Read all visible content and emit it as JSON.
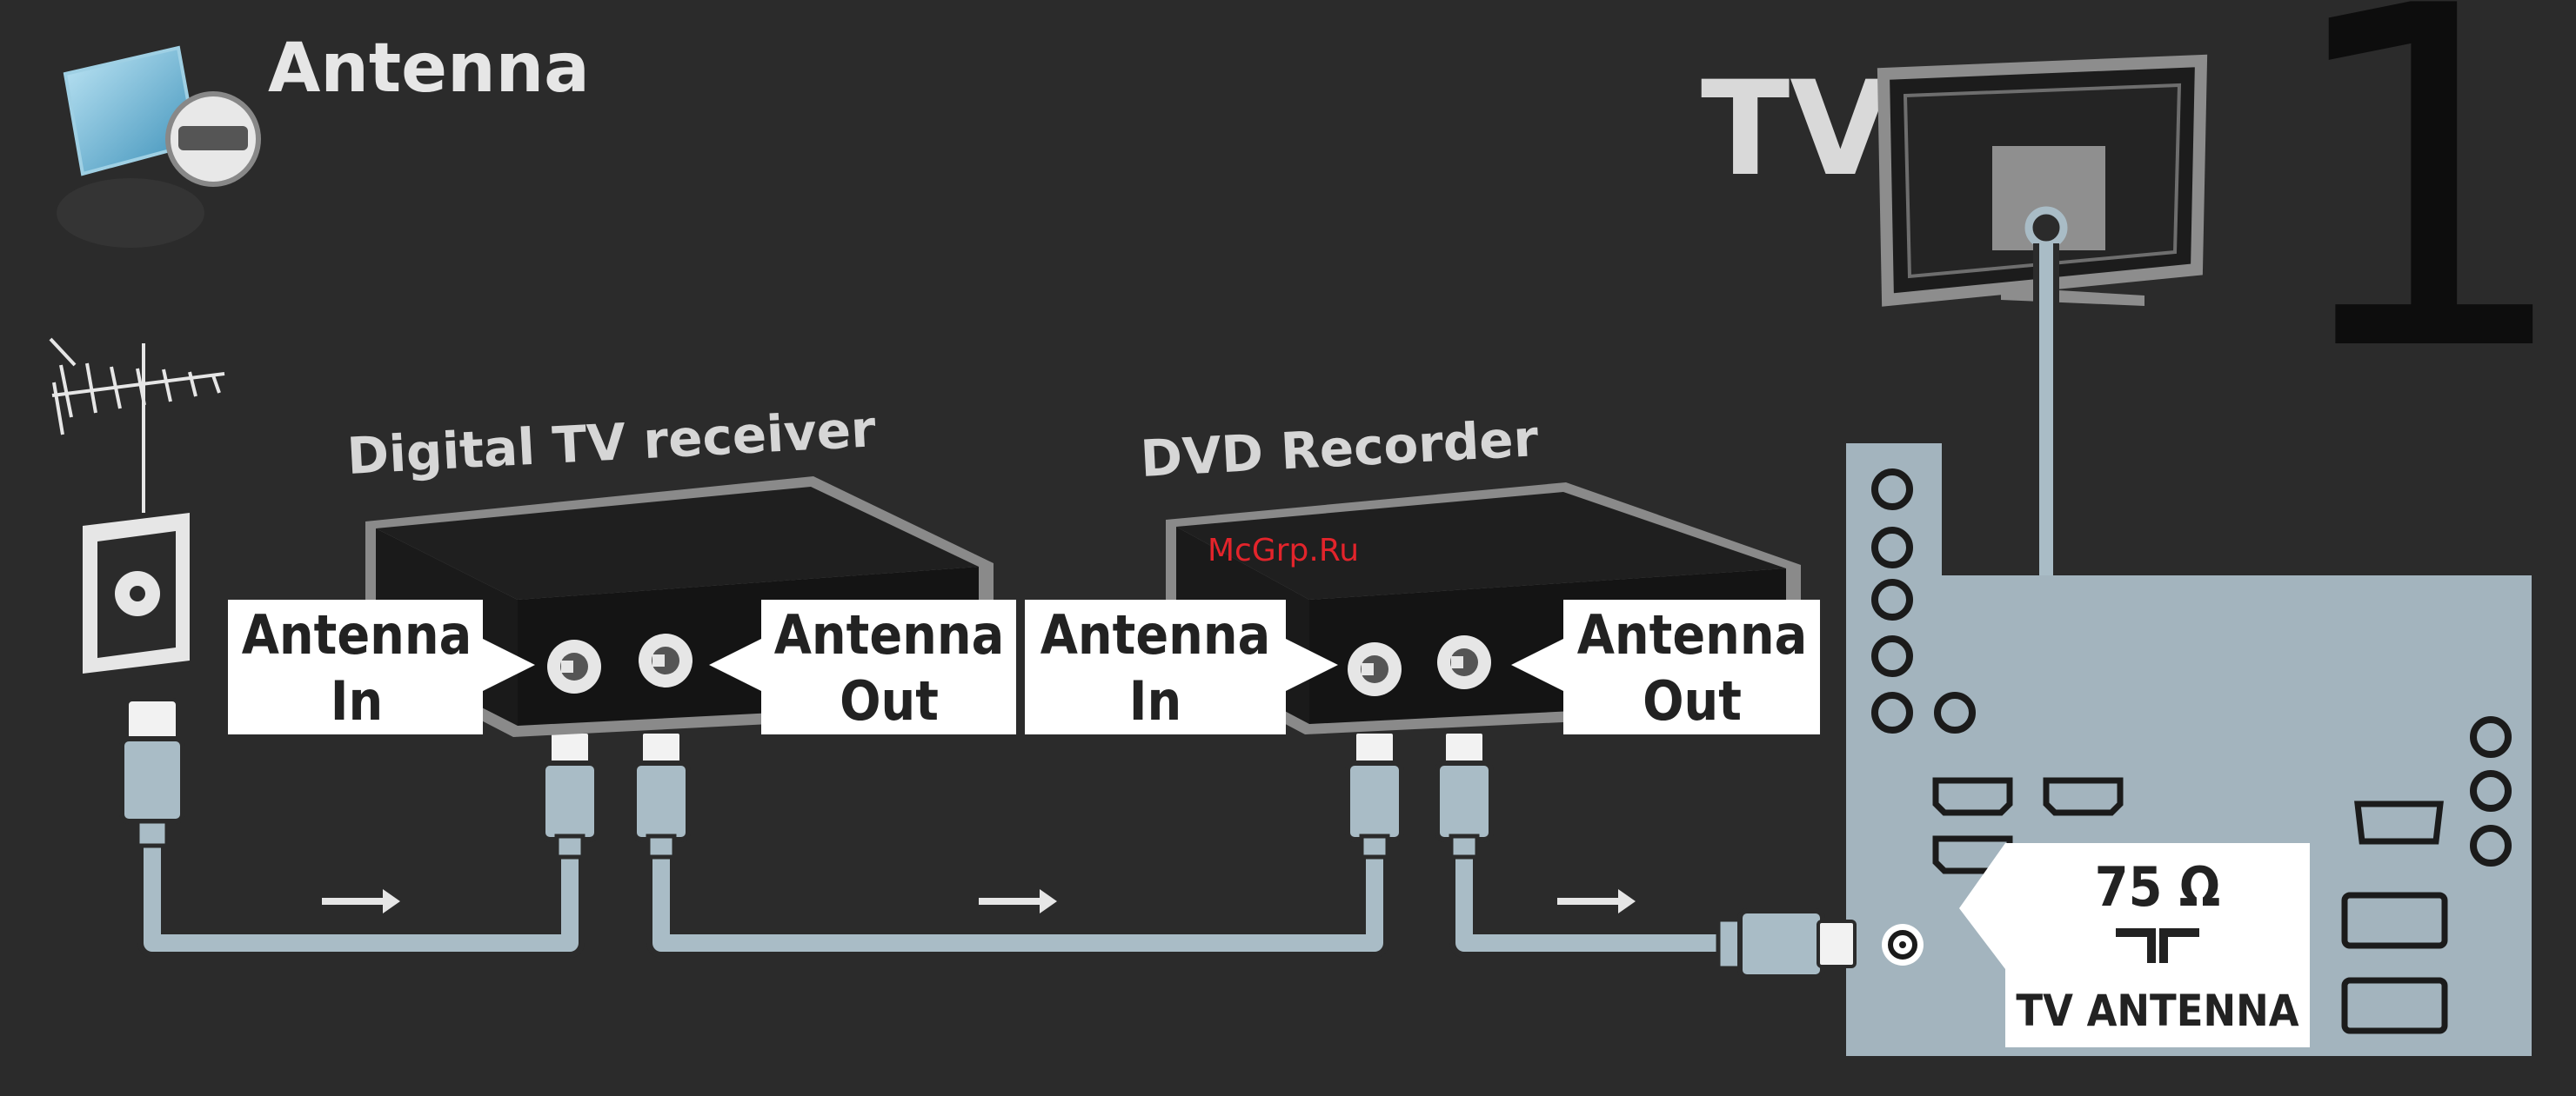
{
  "header": {
    "title": "Antenna",
    "step_number": "1"
  },
  "tv": {
    "label": "TV"
  },
  "devices": [
    {
      "name": "Digital TV receiver",
      "in_label": [
        "Antenna",
        "In"
      ],
      "out_label": [
        "Antenna",
        "Out"
      ]
    },
    {
      "name": "DVD Recorder",
      "in_label": [
        "Antenna",
        "In"
      ],
      "out_label": [
        "Antenna",
        "Out"
      ]
    }
  ],
  "tv_port": {
    "impedance": "75 Ω",
    "name": "TV ANTENNA"
  },
  "watermark": "McGrp.Ru",
  "colors": {
    "background": "#2b2b2b",
    "cable": "#a9bcc6",
    "device_body": "#1f1f1f",
    "device_outline": "#6a6a6a",
    "tv_panel": "#a3b4be",
    "label_bg": "#ffffff",
    "watermark": "#e3242b"
  }
}
